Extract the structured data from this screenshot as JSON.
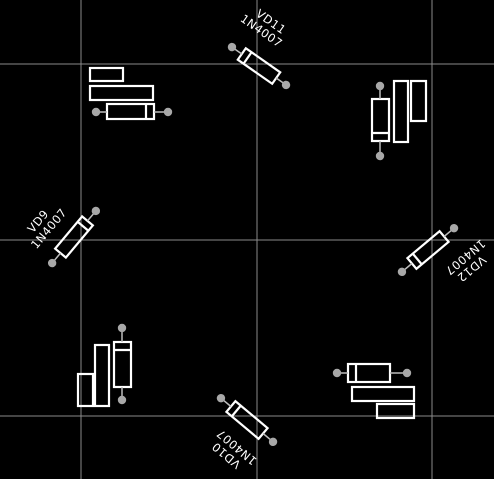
{
  "diodes": [
    {
      "ref": "VD11",
      "value": "1N4007"
    },
    {
      "ref": "VD12",
      "value": "1N4007"
    },
    {
      "ref": "VD10",
      "value": "1N4007"
    },
    {
      "ref": "VD9",
      "value": "1N4007"
    }
  ]
}
